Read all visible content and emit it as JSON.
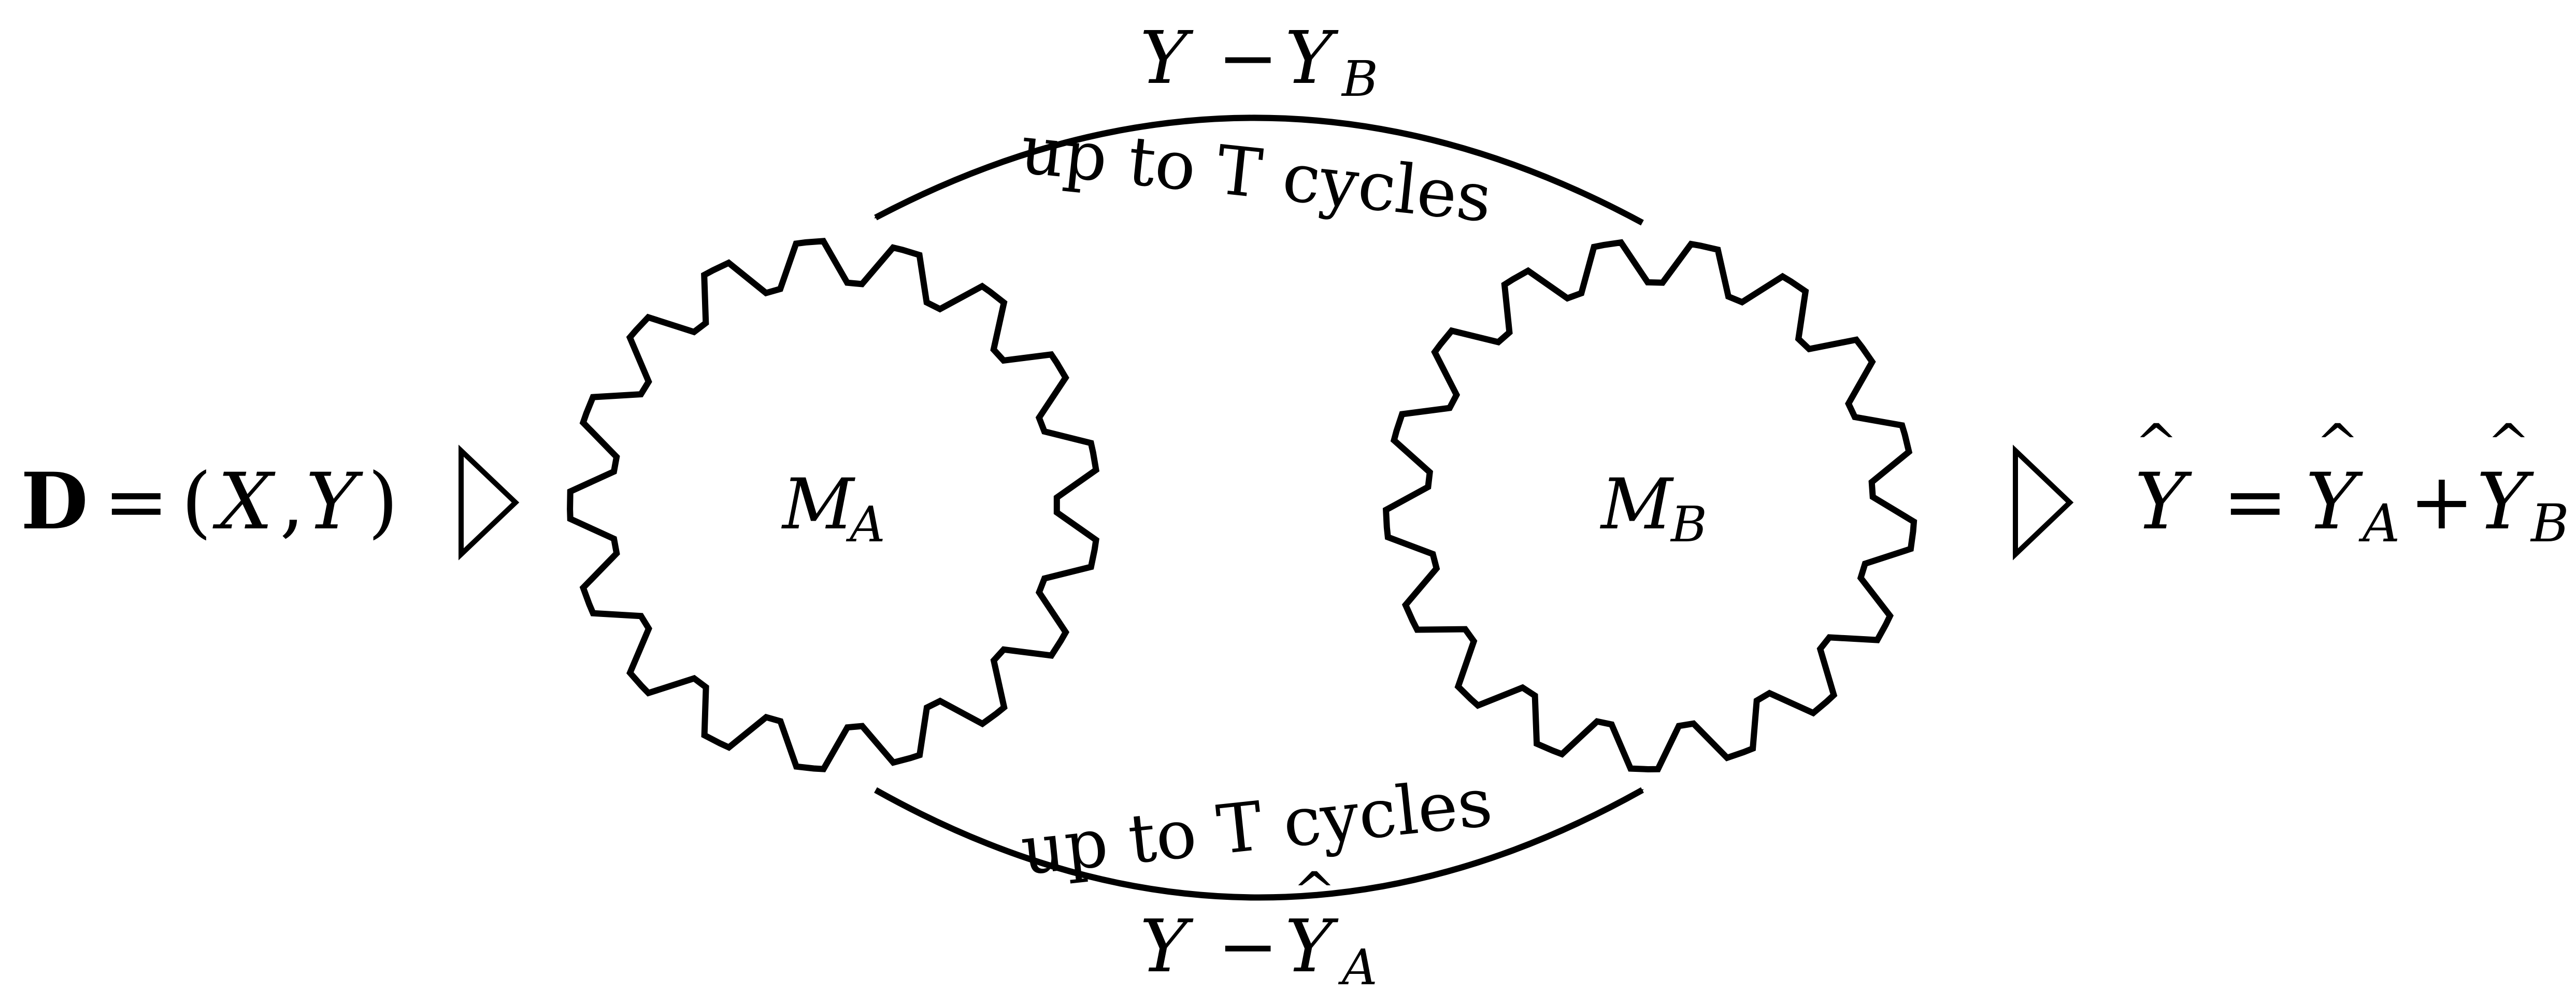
{
  "input_equation": {
    "D": "D",
    "equals": "=",
    "open_paren": "(",
    "X": "X",
    "comma": ",",
    "Y": "Y",
    "close_paren": ")"
  },
  "output_equation": {
    "Y": "Y",
    "equals": "=",
    "Y_A": "Y",
    "sub_A": "A",
    "plus": "+",
    "Y_B": "Y",
    "sub_B": "B"
  },
  "model_a": {
    "letter": "M",
    "subscript": "A"
  },
  "model_b": {
    "letter": "M",
    "subscript": "B"
  },
  "top_arrow": {
    "label_Y": "Y",
    "label_minus": "−",
    "label_Yhat": "Y",
    "label_sub": "B",
    "cycles": "up to T cycles"
  },
  "bottom_arrow": {
    "label_Y": "Y",
    "label_minus": "−",
    "label_Yhat": "Y",
    "label_sub": "A",
    "cycles": "up to T cycles"
  },
  "colors": {
    "ink": "#000000",
    "background": "#ffffff"
  },
  "icons": {
    "input_marker": "triangle-right-outline",
    "output_marker": "triangle-right-outline",
    "model_shape": "gear-outline"
  }
}
